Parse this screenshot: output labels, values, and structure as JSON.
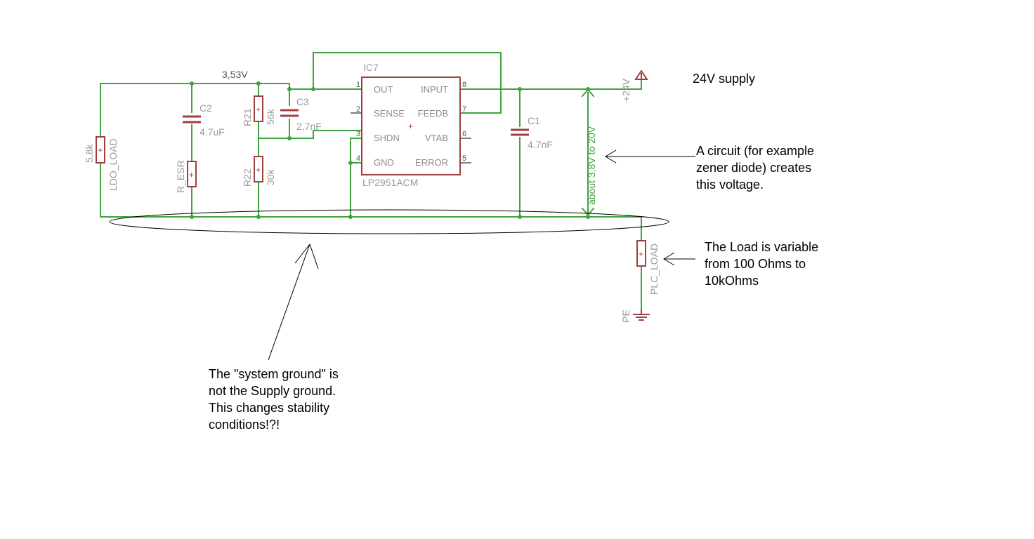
{
  "components": {
    "ic": {
      "ref": "IC7",
      "value": "LP2951ACM"
    },
    "ic_pins_left": [
      {
        "num": "1",
        "name": "OUT"
      },
      {
        "num": "2",
        "name": "SENSE"
      },
      {
        "num": "3",
        "name": "SHDN"
      },
      {
        "num": "4",
        "name": "GND"
      }
    ],
    "ic_pins_right": [
      {
        "num": "8",
        "name": "INPUT"
      },
      {
        "num": "7",
        "name": "FEEDB"
      },
      {
        "num": "6",
        "name": "VTAB"
      },
      {
        "num": "5",
        "name": "ERROR"
      }
    ],
    "c2": {
      "ref": "C2",
      "value": "4.7uF"
    },
    "c3": {
      "ref": "C3",
      "value": "2,7nF"
    },
    "c1": {
      "ref": "C1",
      "value": "4.7nF"
    },
    "r21": {
      "ref": "R21",
      "value": "56k"
    },
    "r22": {
      "ref": "R22",
      "value": "30k"
    },
    "r_esr": {
      "ref": "R_ESR"
    },
    "ldo_load": {
      "ref": "LDO_LOAD",
      "value": "5,8k"
    },
    "plc_load": {
      "ref": "PLC_LOAD"
    },
    "gnd_symbol": {
      "ref": "PE"
    }
  },
  "nets": {
    "output_voltage": "3,53V",
    "supply_symbol": "+24V",
    "measured_voltage": "about 3,8V to 20V"
  },
  "annotations": {
    "supply": "24V supply",
    "circuit_note": [
      "A circuit (for example",
      "zener diode) creates",
      "this voltage."
    ],
    "load_note": [
      "The Load is variable",
      "from 100 Ohms to",
      "10kOhms"
    ],
    "ground_note": [
      "The \"system ground\" is",
      "not the Supply ground.",
      "This changes stability",
      "conditions!?!"
    ]
  }
}
